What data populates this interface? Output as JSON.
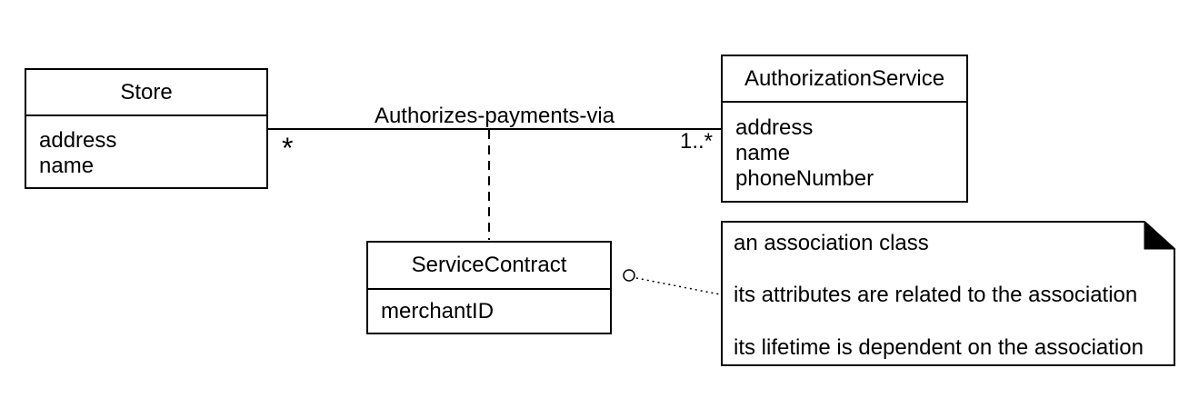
{
  "diagram": {
    "type": "uml-class-diagram",
    "classes": {
      "store": {
        "title": "Store",
        "attributes": [
          "address",
          "name"
        ]
      },
      "authorization_service": {
        "title": "AuthorizationService",
        "attributes": [
          "address",
          "name",
          "phoneNumber"
        ]
      },
      "service_contract": {
        "title": "ServiceContract",
        "attributes": [
          "merchantID"
        ]
      }
    },
    "association": {
      "label": "Authorizes-payments-via",
      "multiplicity_store_end": "*",
      "multiplicity_authorization_end": "1..*"
    },
    "note": {
      "lines": [
        "an association class",
        "its attributes are related to the association",
        "its lifetime is dependent on the association"
      ]
    },
    "colors": {
      "line": "#000000",
      "text": "#000000",
      "background": "#ffffff"
    }
  }
}
